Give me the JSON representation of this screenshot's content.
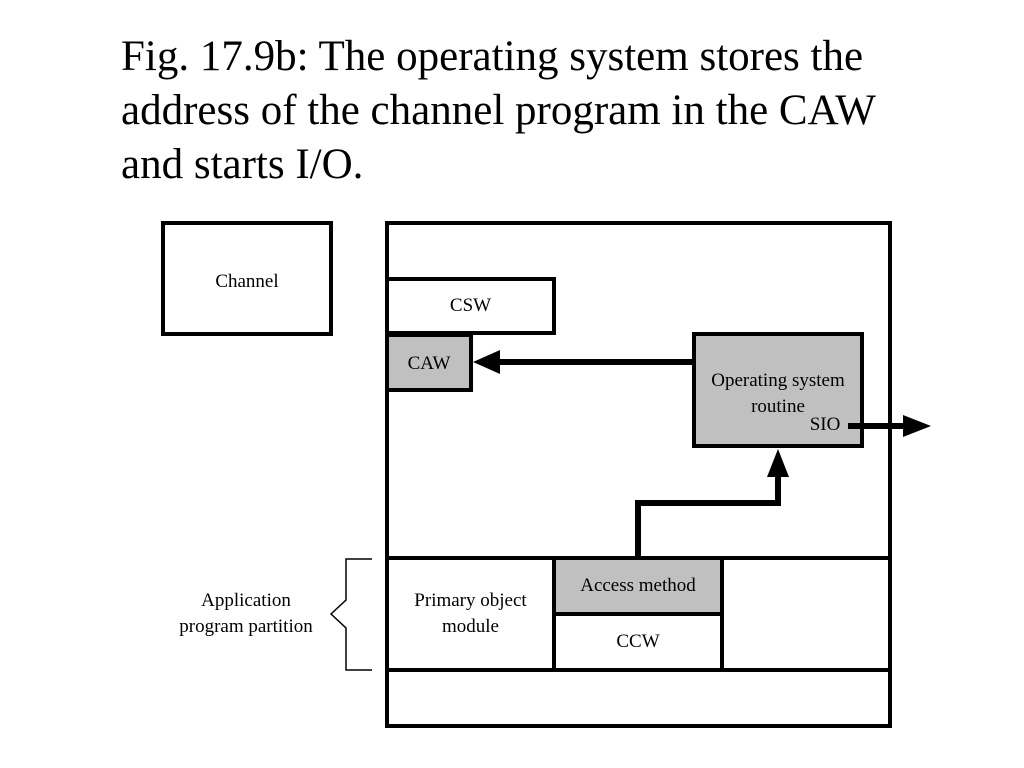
{
  "title": {
    "lines": [
      "Fig. 17.9b: The operating system stores the",
      "address of the channel program in the CAW",
      "and starts I/O."
    ]
  },
  "diagram": {
    "channel": "Channel",
    "csw": "CSW",
    "caw": "CAW",
    "os_routine": [
      "Operating system",
      "routine"
    ],
    "sio": "SIO",
    "primary_object_module": [
      "Primary object",
      "module"
    ],
    "access_method": "Access method",
    "ccw": "CCW",
    "application_partition": [
      "Application",
      "program partition"
    ]
  },
  "colors": {
    "box_fill": "#ffffff",
    "highlight_fill": "#c0c0c0",
    "line": "#000000"
  }
}
